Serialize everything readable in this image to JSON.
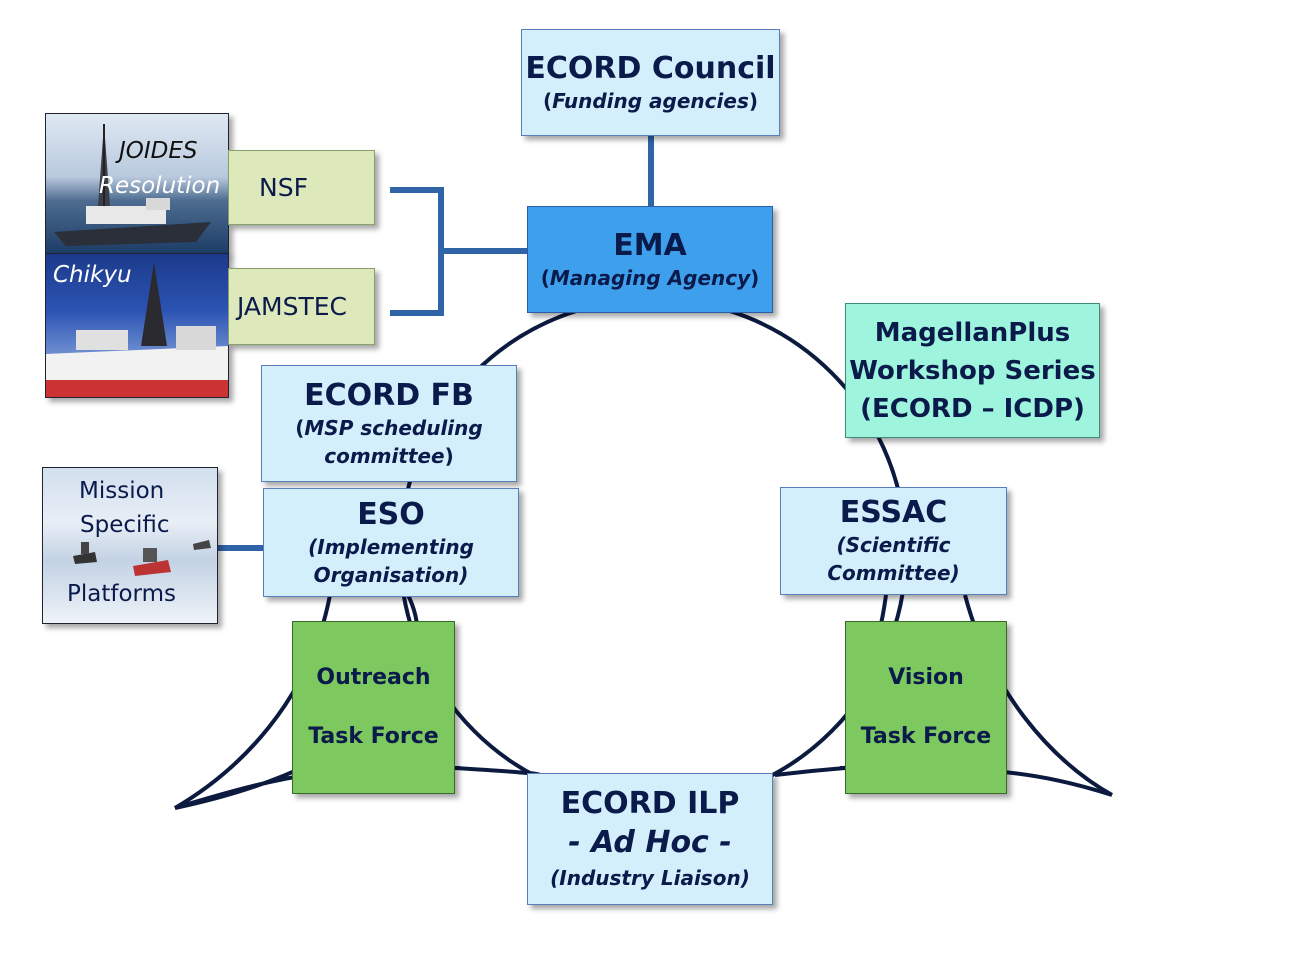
{
  "nodes": {
    "ecord_council": {
      "title": "ECORD Council",
      "subtitle_prefix": "(",
      "subtitle_italic": "Funding agencies",
      "subtitle_suffix": ")"
    },
    "ema": {
      "title": "EMA",
      "subtitle_prefix": "(",
      "subtitle_italic": "Managing Agency",
      "subtitle_suffix": ")"
    },
    "nsf": {
      "label": "NSF"
    },
    "jamstec": {
      "label": "JAMSTEC"
    },
    "joides": {
      "line1": "JOIDES",
      "line2": "Resolution"
    },
    "chikyu": {
      "label": "Chikyu"
    },
    "magellan": {
      "line1": "MagellanPlus",
      "line2": "Workshop Series",
      "line3": "(ECORD – ICDP)"
    },
    "ecord_fb": {
      "title": "ECORD FB",
      "sub_open": "(",
      "sub_line1": "MSP scheduling",
      "sub_line2": "committee",
      "sub_close": ")"
    },
    "eso": {
      "title": "ESO",
      "sub_line1": "(Implementing",
      "sub_line2": "Organisation)"
    },
    "essac": {
      "title": "ESSAC",
      "sub_line1": "(Scientific",
      "sub_line2": "Committee)"
    },
    "msp": {
      "line1": "Mission",
      "line2": "Specific",
      "line3": "Platforms"
    },
    "outreach": {
      "line1": "Outreach",
      "line2": "Task Force"
    },
    "vision": {
      "line1": "Vision",
      "line2": "Task Force"
    },
    "ecord_ilp": {
      "title": "ECORD ILP",
      "sub1": "- Ad Hoc -",
      "sub2": "(Industry Liaison)"
    }
  },
  "colors": {
    "line": "#0d1a40",
    "connector": "#2f64a8",
    "light_box": "#d3effb",
    "ema_box": "#3e9fec",
    "mint_box": "#9ff4de",
    "green_box": "#7dc95f",
    "tan_box": "#dde8bb"
  }
}
